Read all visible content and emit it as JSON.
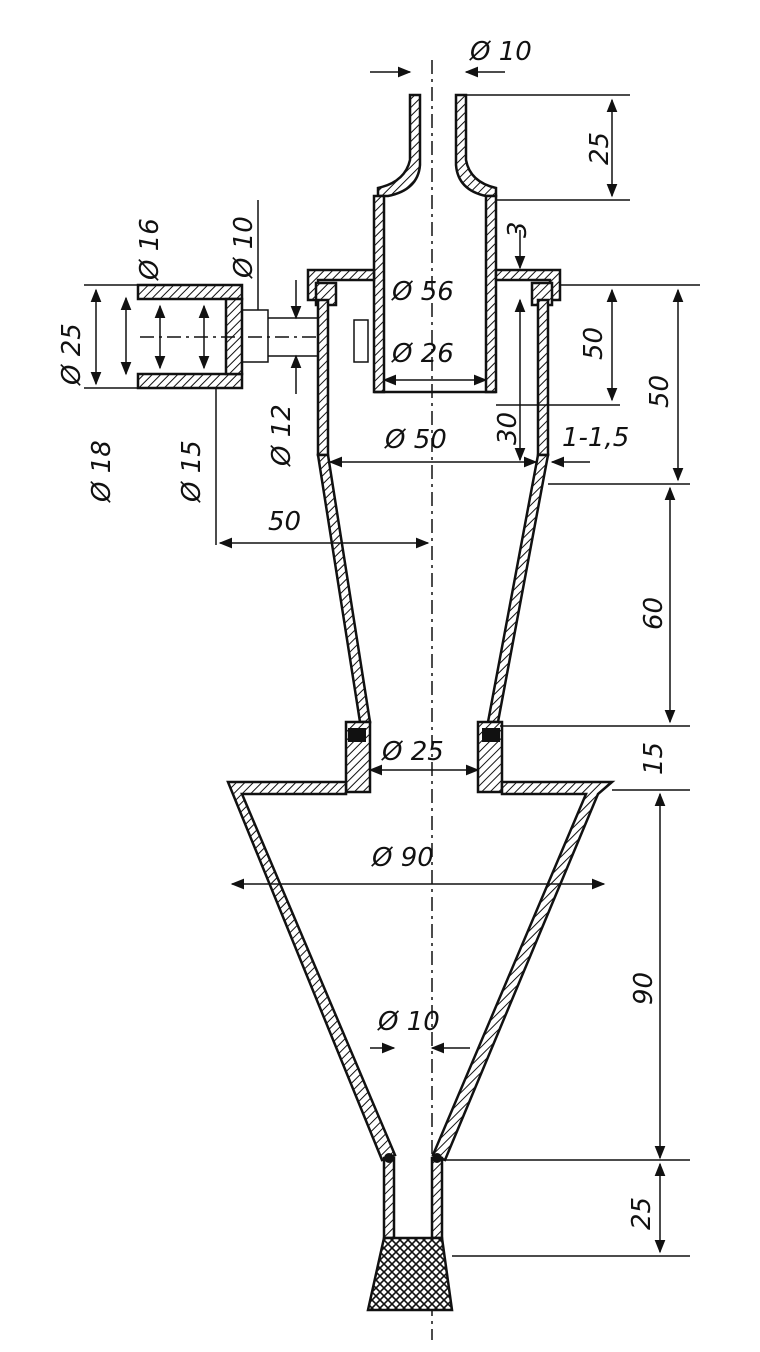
{
  "dimensions": {
    "top_outlet_dia": "Ø 10",
    "top_outlet_length": "25",
    "wall_gap": "3",
    "inner_tube_dia": "Ø 56",
    "inner_tube_height": "50",
    "inner_tube_bore": "Ø 26",
    "inner_tube_depth": "30",
    "cylinder_height": "50",
    "cylinder_dia": "Ø 50",
    "wall_thickness": "1-1,5",
    "inlet_offset": "50",
    "cone_height": "60",
    "neck_height": "15",
    "neck_dia": "Ø 25",
    "hopper_dia": "Ø 90",
    "hopper_height": "90",
    "bottom_outlet_dia": "Ø 10",
    "bottom_outlet_length": "25",
    "inlet_nipple_dia": "Ø 10",
    "inlet_pipe_dia": "Ø 12",
    "cap_outer_dia": "Ø 16",
    "cap_bore_dia": "Ø 25",
    "cap_inner_dia": "Ø 18",
    "cap_thread_dia": "Ø 15"
  }
}
